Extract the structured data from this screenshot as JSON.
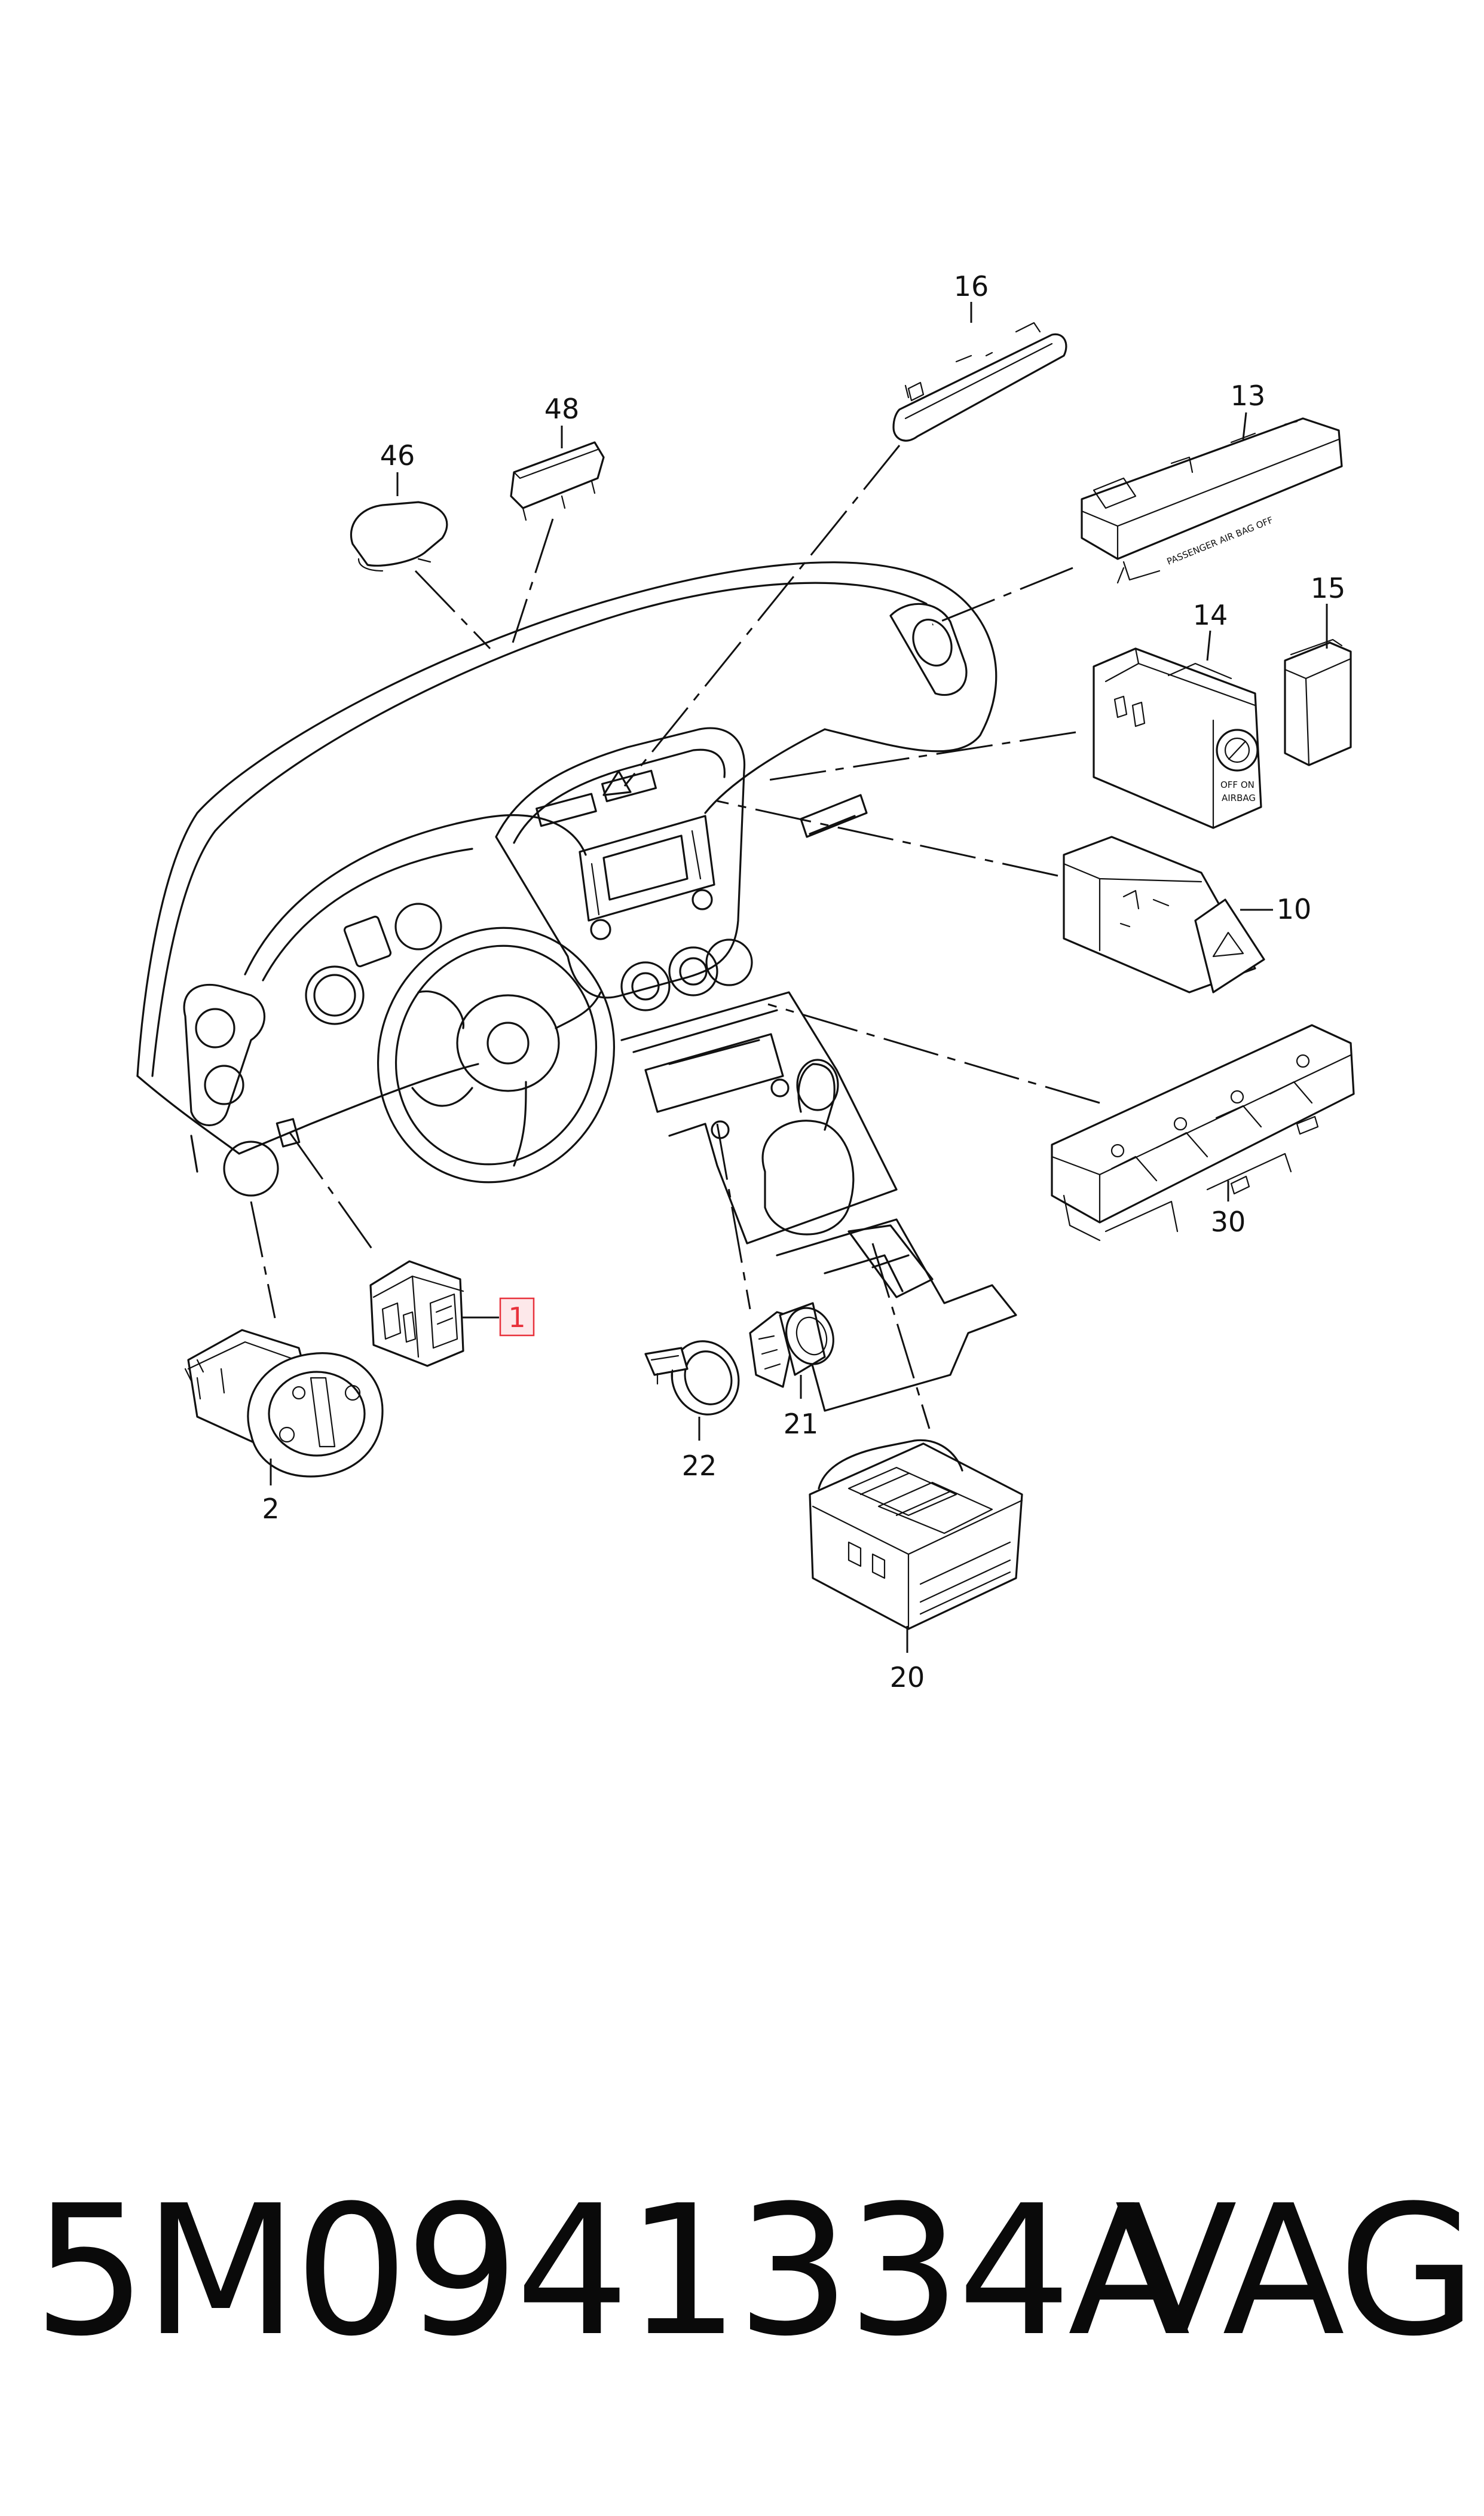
{
  "callouts": [
    {
      "id": "16",
      "label": "16"
    },
    {
      "id": "48",
      "label": "48"
    },
    {
      "id": "46",
      "label": "46"
    },
    {
      "id": "13",
      "label": "13"
    },
    {
      "id": "15",
      "label": "15"
    },
    {
      "id": "14",
      "label": "14"
    },
    {
      "id": "10",
      "label": "10"
    },
    {
      "id": "30",
      "label": "30"
    },
    {
      "id": "1",
      "label": "1",
      "highlighted": true
    },
    {
      "id": "2",
      "label": "2"
    },
    {
      "id": "22",
      "label": "22"
    },
    {
      "id": "21",
      "label": "21"
    },
    {
      "id": "20",
      "label": "20"
    }
  ],
  "part_labels": {
    "airbag_strip": "PASSENGER AIR BAG OFF",
    "key_switch_1": "OFF ON",
    "key_switch_2": "AIRBAG"
  },
  "footer": {
    "part_number": "5M0941334A",
    "brand": "VAG"
  },
  "colors": {
    "line": "#111111",
    "highlight": "#e8313b",
    "highlight_fill": "#fde8ea"
  }
}
